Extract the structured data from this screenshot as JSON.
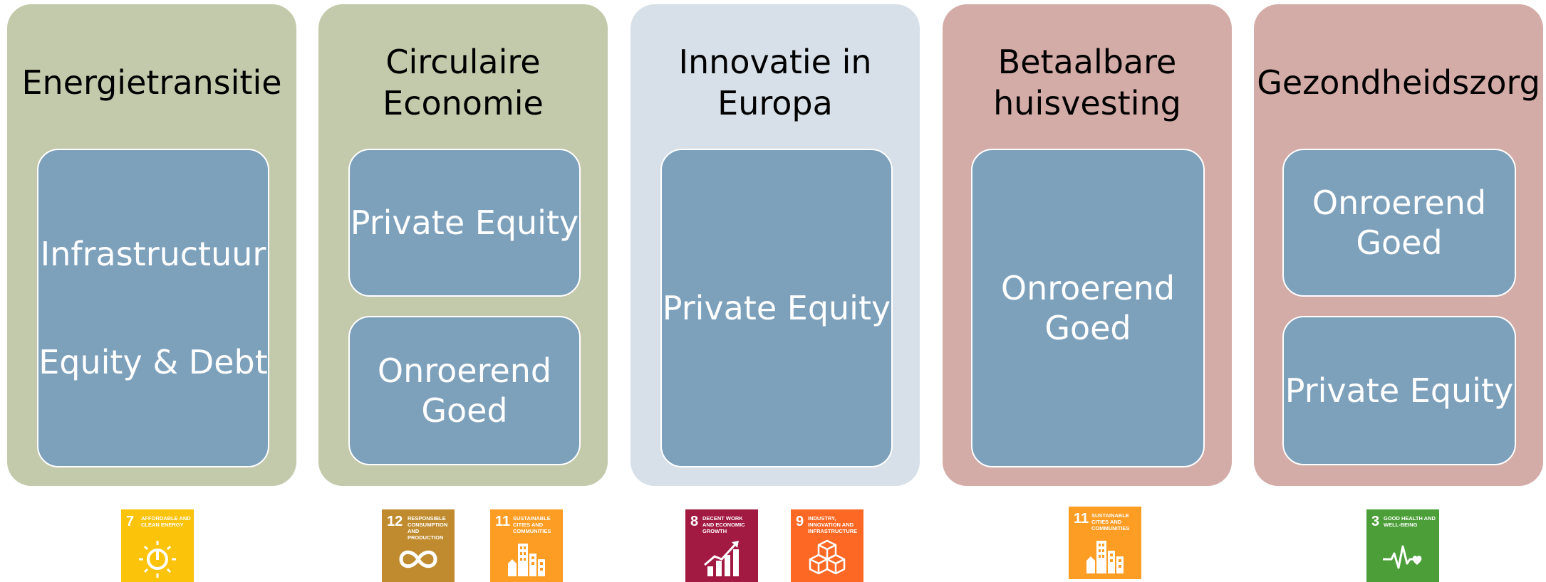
{
  "columns": [
    {
      "title": "Energietransitie",
      "color": "#c3c9ab",
      "box": {
        "lines": [
          "Infrastructuur",
          "Equity & Debt"
        ]
      }
    },
    {
      "title": "Circulaire\nEconomie",
      "color": "#c3c9ab",
      "boxes": [
        [
          "Private Equity"
        ],
        [
          "Onroerend",
          "Goed"
        ]
      ]
    },
    {
      "title": "Innovatie in\nEuropa",
      "color": "#d7e0e8",
      "box": {
        "lines": [
          "Private Equity"
        ]
      }
    },
    {
      "title": "Betaalbare\nhuisvesting",
      "color": "#d3aca8",
      "box": {
        "lines": [
          "Onroerend",
          "Goed"
        ]
      }
    },
    {
      "title": "Gezondheidszorg",
      "color": "#d3aca8",
      "boxes": [
        [
          "Onroerend",
          "Goed"
        ],
        [
          "Private Equity"
        ]
      ]
    }
  ],
  "sdg_icons": [
    {
      "number": "7",
      "text": "AFFORDABLE AND CLEAN ENERGY",
      "color": "#fcc30b",
      "icon": "power-sun-icon"
    },
    {
      "number": "12",
      "text": "RESPONSIBLE CONSUMPTION AND PRODUCTION",
      "color": "#bf8b2e",
      "icon": "infinity-icon"
    },
    {
      "number": "11",
      "text": "SUSTAINABLE CITIES AND COMMUNITIES",
      "color": "#fd9d24",
      "icon": "city-buildings-icon"
    },
    {
      "number": "8",
      "text": "DECENT WORK AND ECONOMIC GROWTH",
      "color": "#a21942",
      "icon": "growth-chart-icon"
    },
    {
      "number": "9",
      "text": "INDUSTRY, INNOVATION AND INFRASTRUCTURE",
      "color": "#fd6925",
      "icon": "cubes-icon"
    },
    {
      "number": "11",
      "text": "SUSTAINABLE CITIES AND COMMUNITIES",
      "color": "#fd9d24",
      "icon": "city-buildings-icon"
    },
    {
      "number": "3",
      "text": "GOOD HEALTH AND WELL-BEING",
      "color": "#4c9f38",
      "icon": "heartbeat-icon"
    }
  ]
}
